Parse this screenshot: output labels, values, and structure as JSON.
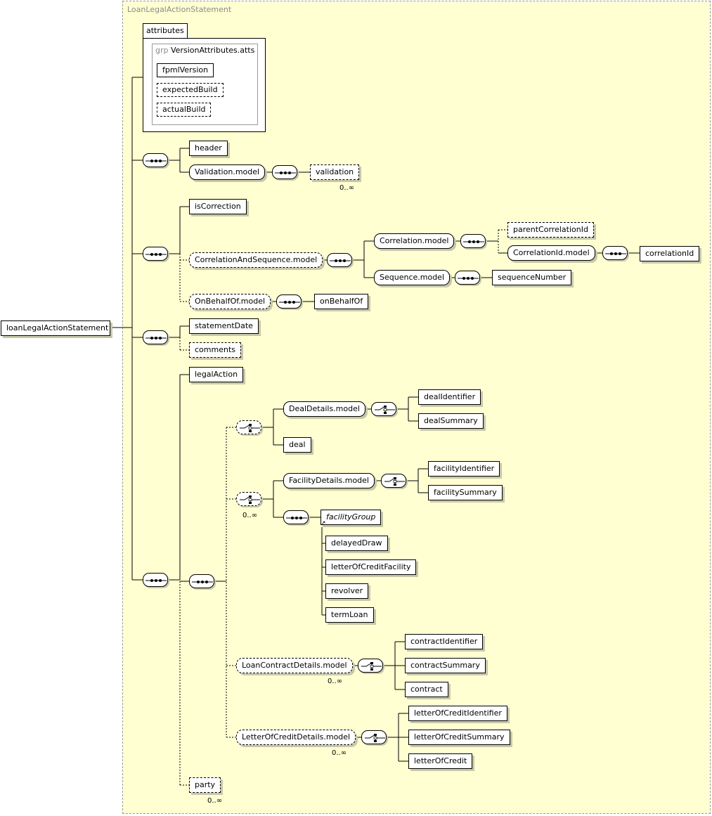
{
  "root": {
    "label": "loanLegalActionStatement"
  },
  "frame": {
    "title": "LoanLegalActionStatement"
  },
  "attributes": {
    "tab_label": "attributes",
    "group_keyword": "grp",
    "group_name": "VersionAttributes.atts",
    "items": [
      "fpmlVersion",
      "expectedBuild",
      "actualBuild"
    ]
  },
  "elements": {
    "header": "header",
    "validation_model": "Validation.model",
    "validation": "validation",
    "isCorrection": "isCorrection",
    "correlation_and_sequence_model": "CorrelationAndSequence.model",
    "correlation_model": "Correlation.model",
    "parentCorrelationId": "parentCorrelationId",
    "correlationId_model": "CorrelationId.model",
    "correlationId": "correlationId",
    "sequence_model": "Sequence.model",
    "sequenceNumber": "sequenceNumber",
    "onBehalfOf_model": "OnBehalfOf.model",
    "onBehalfOf": "onBehalfOf",
    "statementDate": "statementDate",
    "comments": "comments",
    "legalAction": "legalAction",
    "dealDetails_model": "DealDetails.model",
    "dealIdentifier": "dealIdentifier",
    "dealSummary": "dealSummary",
    "deal": "deal",
    "facilityDetails_model": "FacilityDetails.model",
    "facilityIdentifier": "facilityIdentifier",
    "facilitySummary": "facilitySummary",
    "facilityGroup": "facilityGroup",
    "delayedDraw": "delayedDraw",
    "letterOfCreditFacility": "letterOfCreditFacility",
    "revolver": "revolver",
    "termLoan": "termLoan",
    "loanContractDetails_model": "LoanContractDetails.model",
    "contractIdentifier": "contractIdentifier",
    "contractSummary": "contractSummary",
    "contract": "contract",
    "letterOfCreditDetails_model": "LetterOfCreditDetails.model",
    "letterOfCreditIdentifier": "letterOfCreditIdentifier",
    "letterOfCreditSummary": "letterOfCreditSummary",
    "letterOfCredit": "letterOfCredit",
    "party": "party"
  },
  "occurrences": {
    "validation": "0..∞",
    "facility_choice": "0..∞",
    "loanContract": "0..∞",
    "letterOfCredit": "0..∞",
    "party": "0..∞"
  },
  "colors": {
    "frame_background": "#ffffd2",
    "frame_border": "#9a9a9a",
    "shadow": "#c8c8a8"
  }
}
